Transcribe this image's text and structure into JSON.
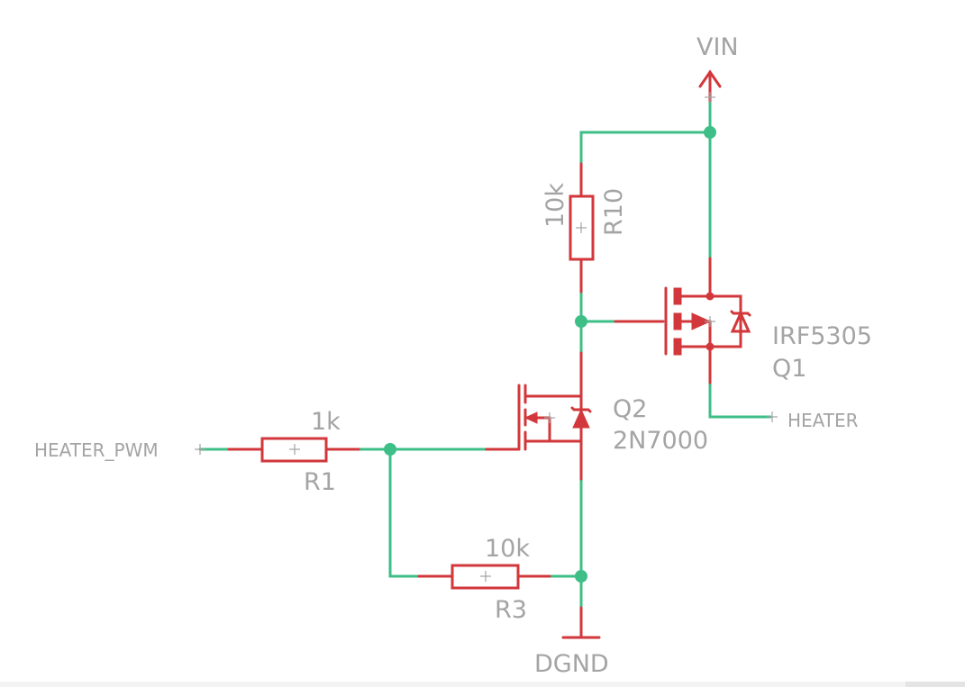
{
  "colors": {
    "background": "#ffffff",
    "wire": "#3dbf87",
    "component": "#d2373b",
    "label": "#a4a4a4"
  },
  "supplies": {
    "vin": "VIN",
    "dgnd": "DGND"
  },
  "nets": {
    "heater_pwm": "HEATER_PWM",
    "heater": "HEATER"
  },
  "components": {
    "r1": {
      "name": "R1",
      "value": "1k"
    },
    "r3": {
      "name": "R3",
      "value": "10k"
    },
    "r10": {
      "name": "R10",
      "value": "10k"
    },
    "q1": {
      "name": "Q1",
      "value": "IRF5305"
    },
    "q2": {
      "name": "Q2",
      "value": "2N7000"
    }
  }
}
